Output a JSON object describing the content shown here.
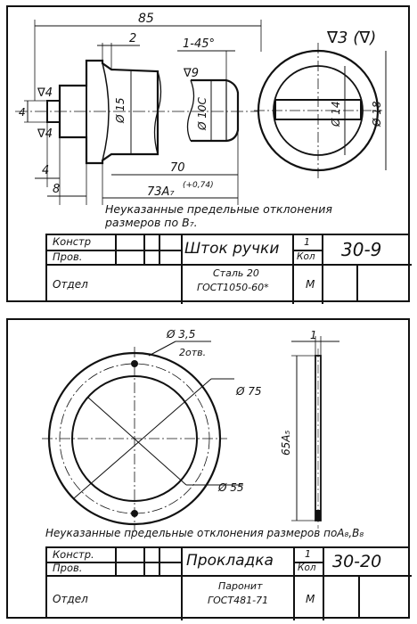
{
  "sheet1": {
    "roughness": "∇3 (∇)",
    "dims": {
      "overall": "85",
      "chamfer_len": "2",
      "chamfer": "1-45°",
      "rough_shaft": "∇9",
      "rough_a": "∇4",
      "rough_b": "∇4",
      "small": "4",
      "dia15": "Ø 15",
      "dia10": "Ø 10С",
      "dia14": "Ø 14",
      "dia18": "Ø 18",
      "len4": "4",
      "len8": "8",
      "len70": "70",
      "len73": "73А₇",
      "len73_tol": "(+0,74)"
    },
    "note_line1": "Неуказанные предельные отклонения",
    "note_line2": "размеров по В₇.",
    "titleblock": {
      "role1": "Констр",
      "role2": "Пров.",
      "dept": "Отдел",
      "name": "Шток ручки",
      "qty": "1",
      "qty_label": "Кол",
      "number": "30-9",
      "material1": "Сталь 20",
      "material2": "ГОСТ1050-60*",
      "scale": "М"
    }
  },
  "sheet2": {
    "dims": {
      "hole": "Ø 3,5",
      "hole_count": "2отв.",
      "dia75": "Ø 75",
      "dia55": "Ø 55",
      "thick": "1",
      "height": "65А₅"
    },
    "note": "Неуказанные предельные отклонения размеров поА₈,В₈",
    "titleblock": {
      "role1": "Констр.",
      "role2": "Пров.",
      "dept": "Отдел",
      "name": "Прокладка",
      "qty": "1",
      "qty_label": "Кол",
      "number": "30-20",
      "material1": "Паронит",
      "material2": "ГОСТ481-71",
      "scale": "М"
    }
  }
}
